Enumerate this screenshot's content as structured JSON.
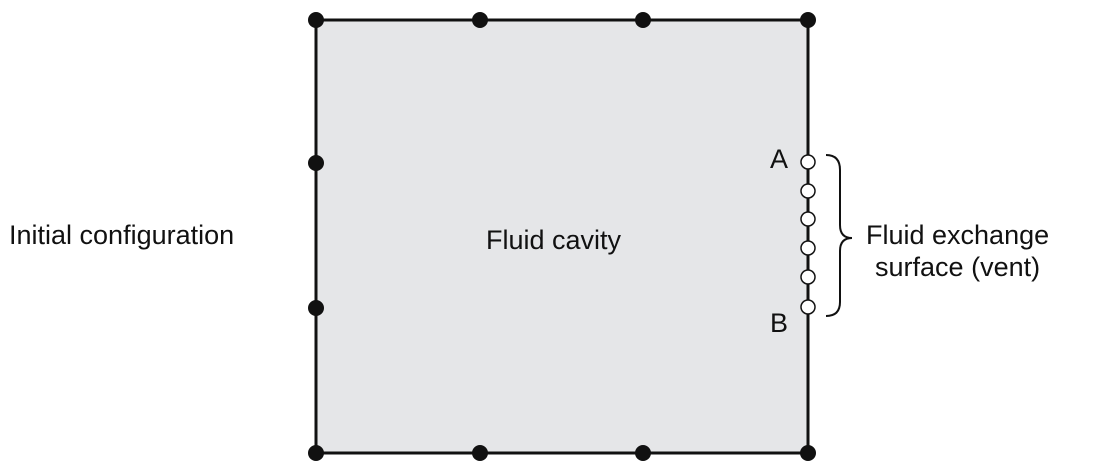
{
  "labels": {
    "initial": "Initial configuration",
    "cavity": "Fluid cavity",
    "point_a": "A",
    "point_b": "B",
    "exchange_line1": "Fluid exchange",
    "exchange_line2": "surface (vent)"
  },
  "colors": {
    "cavity_fill": "#e5e6e8",
    "stroke": "#111111",
    "node_fill": "#111111",
    "vent_node_fill": "#ffffff"
  },
  "nodes": {
    "corner_count": 4,
    "edge_count": 6,
    "vent_count": 6
  }
}
